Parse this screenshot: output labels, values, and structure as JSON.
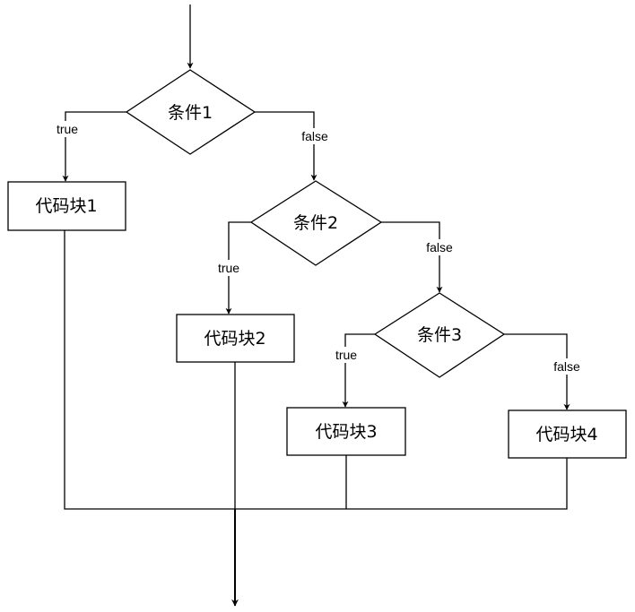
{
  "nodes": {
    "cond1": "条件1",
    "cond2": "条件2",
    "cond3": "条件3",
    "block1": "代码块1",
    "block2": "代码块2",
    "block3": "代码块3",
    "block4": "代码块4"
  },
  "edge_labels": {
    "cond1_true": "true",
    "cond1_false": "false",
    "cond2_true": "true",
    "cond2_false": "false",
    "cond3_true": "true",
    "cond3_false": "false"
  }
}
